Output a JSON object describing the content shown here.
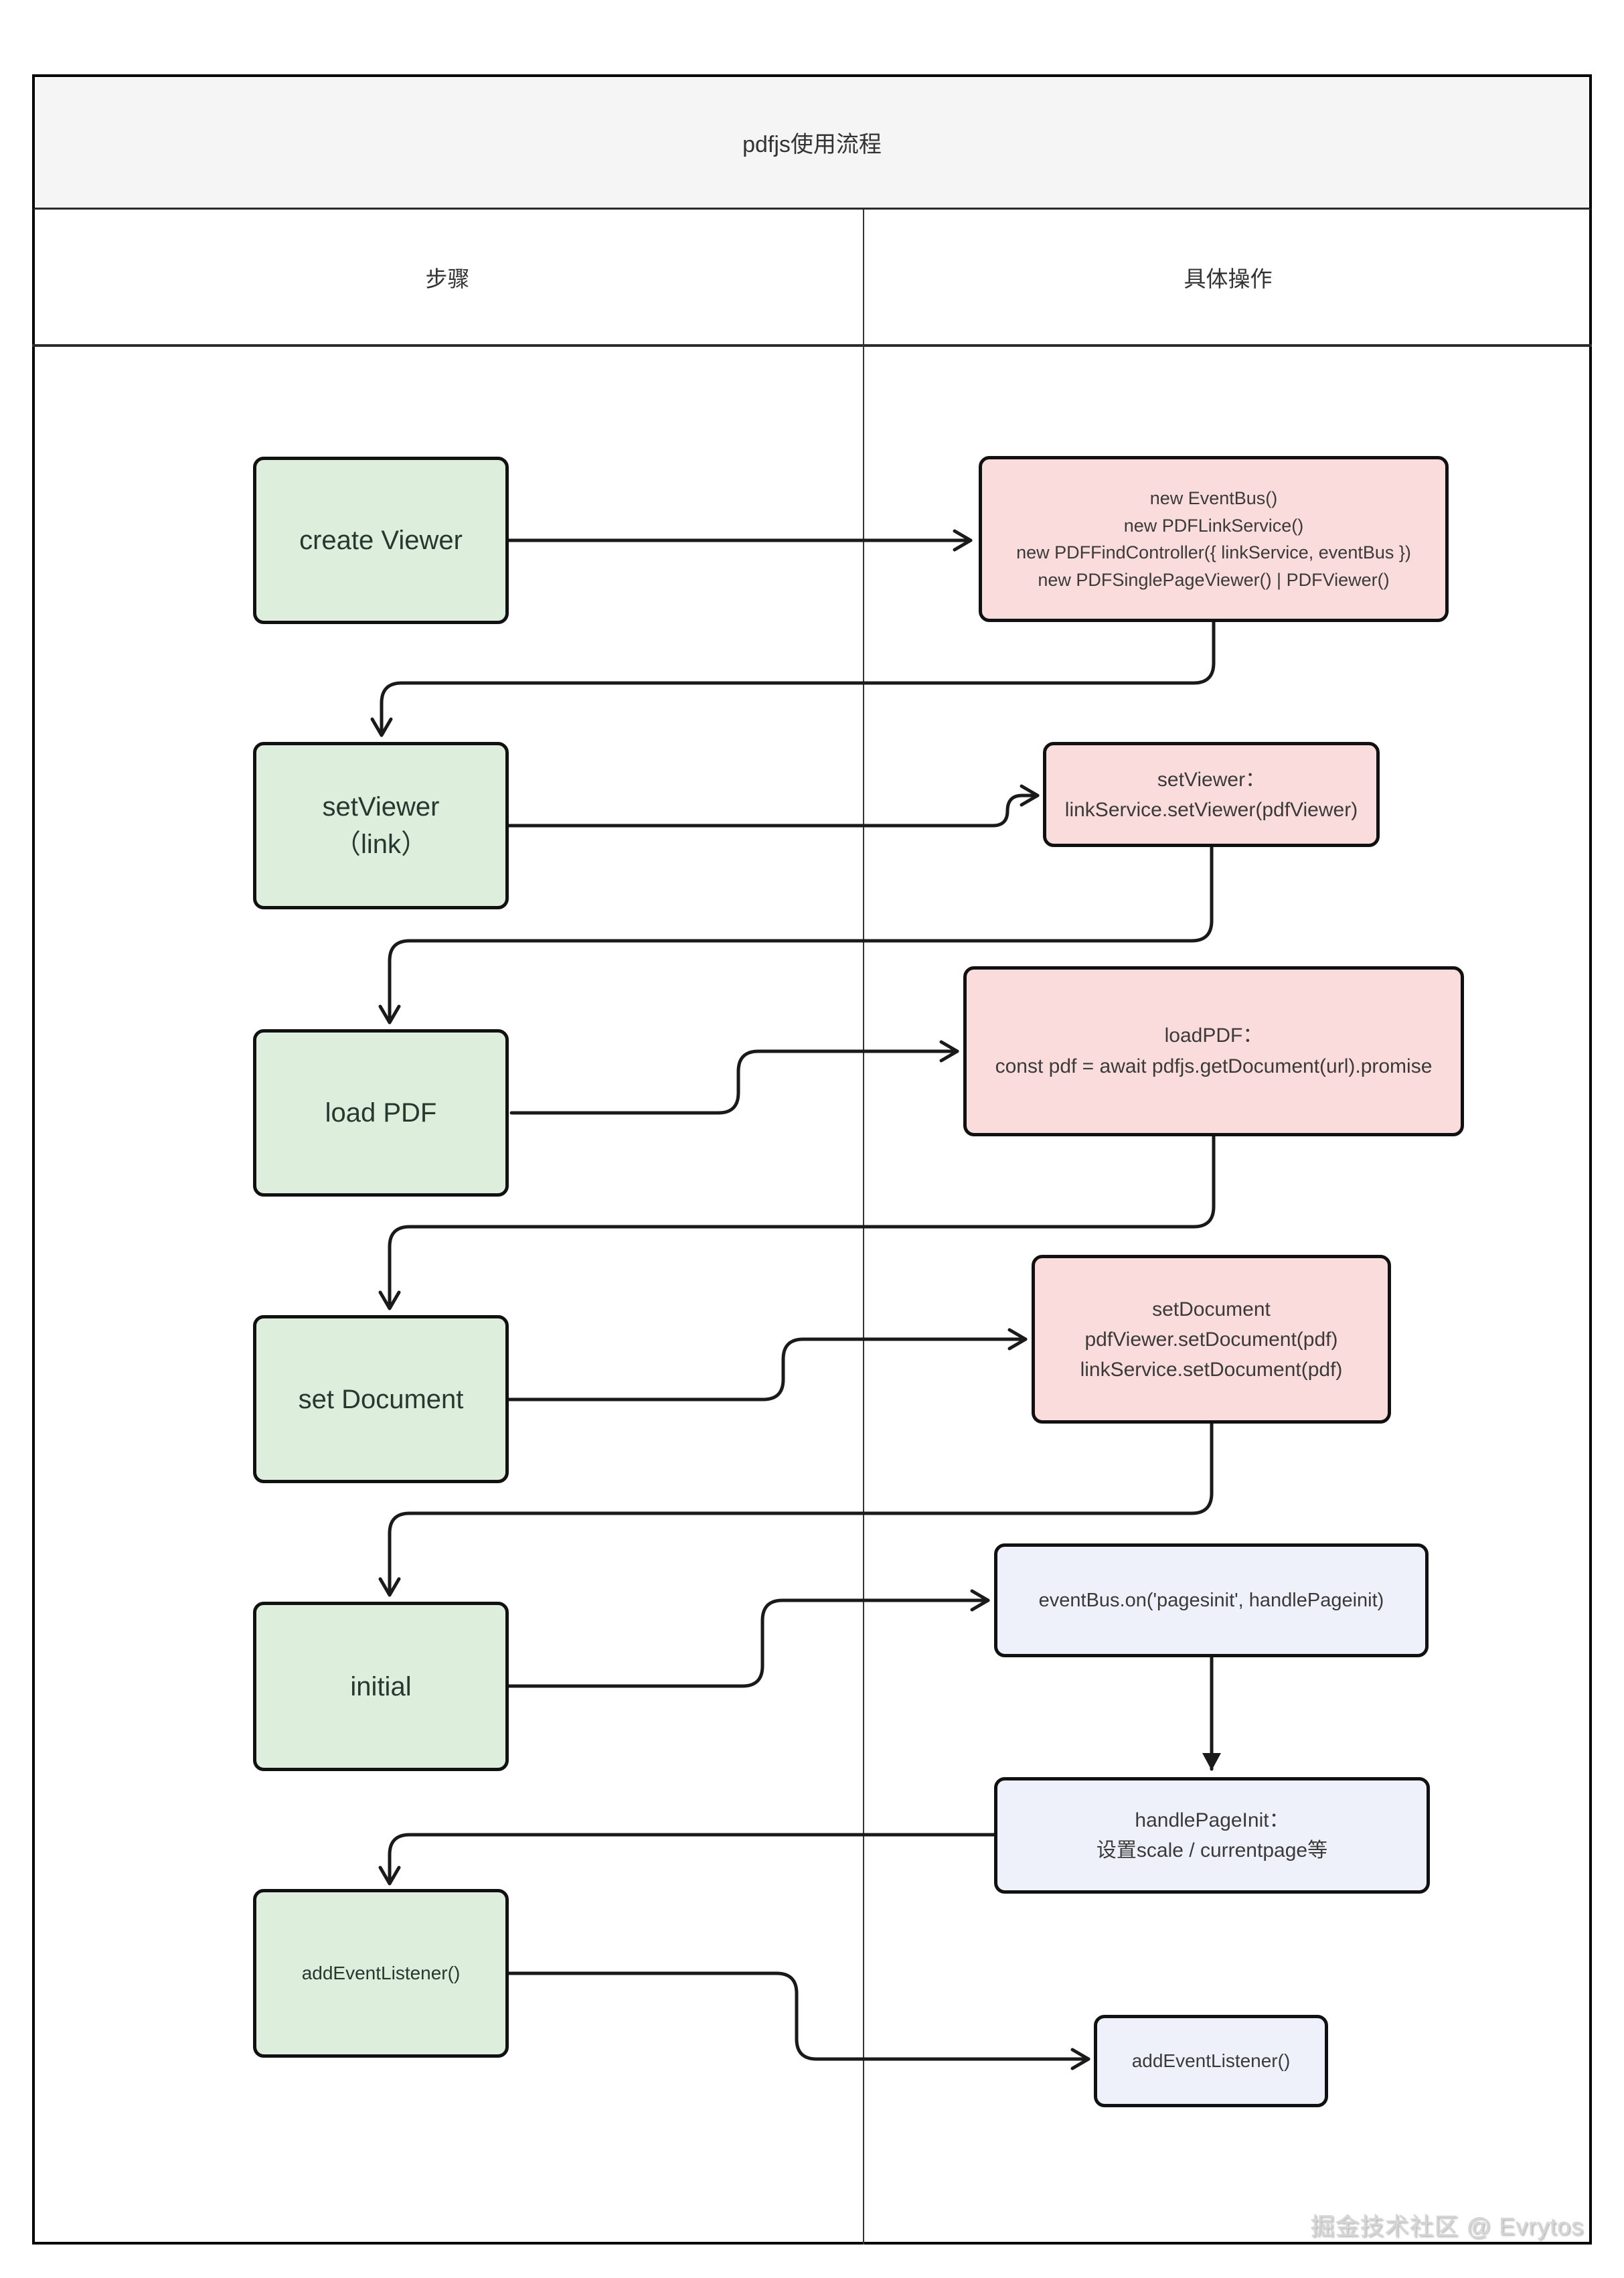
{
  "title": "pdfjs使用流程",
  "columns": {
    "left": "步骤",
    "right": "具体操作"
  },
  "steps": [
    {
      "label": "create Viewer"
    },
    {
      "label": "setViewer\n（link）"
    },
    {
      "label": "load PDF"
    },
    {
      "label": "set Document"
    },
    {
      "label": "initial"
    },
    {
      "label": "addEventListener()"
    }
  ],
  "operations": [
    {
      "text": "new EventBus()\nnew PDFLinkService()\nnew PDFFindController({ linkService, eventBus })\nnew PDFSinglePageViewer() | PDFViewer()"
    },
    {
      "text": "setViewer：\nlinkService.setViewer(pdfViewer)"
    },
    {
      "text": "loadPDF：\nconst pdf = await pdfjs.getDocument(url).promise"
    },
    {
      "text": "setDocument\npdfViewer.setDocument(pdf)\nlinkService.setDocument(pdf)"
    },
    {
      "text": "eventBus.on('pagesinit', handlePageinit)"
    },
    {
      "text": "handlePageInit：\n设置scale / currentpage等"
    },
    {
      "text": "addEventListener()"
    }
  ],
  "watermark": "掘金技术社区 @ Evrytos",
  "colors": {
    "green_fill": "#ddeedd",
    "pink_fill": "#fbdcdc",
    "blue_fill": "#eef1f9",
    "node_border": "#111111",
    "arrow": "#1a1a1a",
    "green_text": "#26392e",
    "dark_text": "#3a3a3a",
    "table_border": "#000000",
    "title_bg": "#f5f5f5",
    "watermark": "#d6d6d6"
  }
}
